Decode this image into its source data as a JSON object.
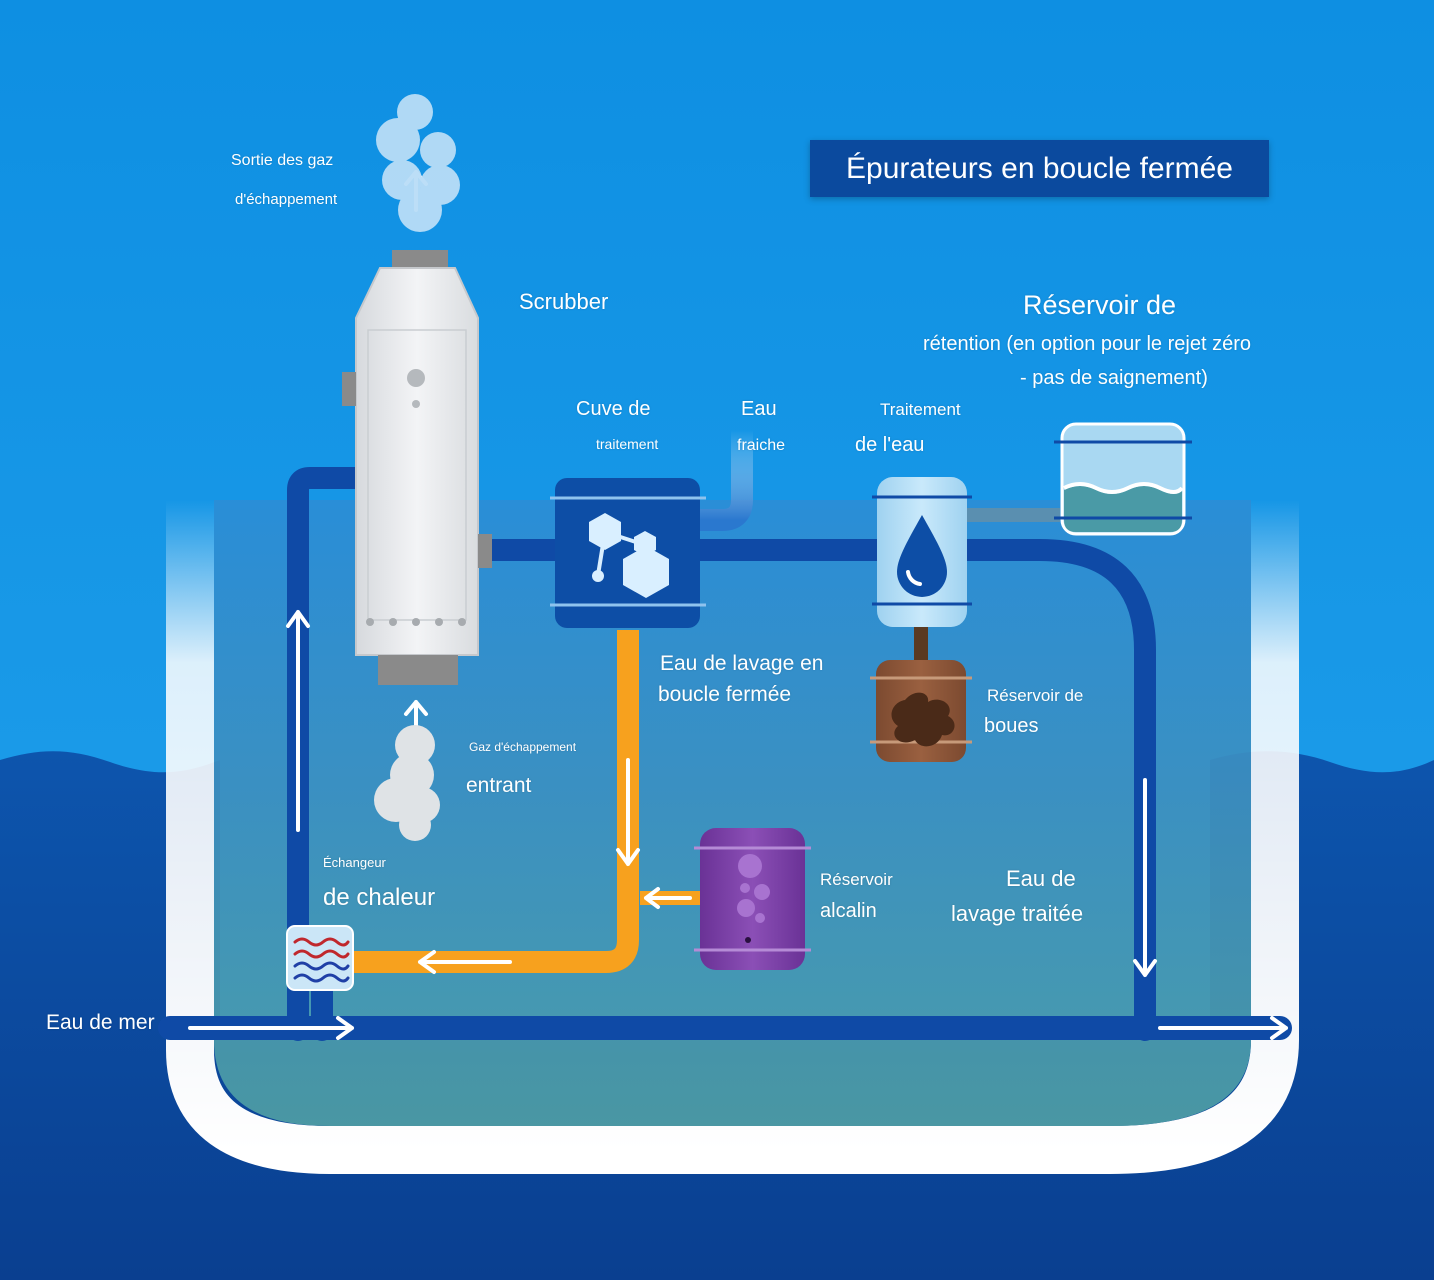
{
  "title": "Épurateurs en boucle fermée",
  "labels": {
    "exhaust_out_1": "Sortie des gaz",
    "exhaust_out_2": "d'échappement",
    "scrubber": "Scrubber",
    "treatment_tank_1": "Cuve de",
    "treatment_tank_2": "traitement",
    "fresh_water_1": "Eau",
    "fresh_water_2": "fraiche",
    "water_treatment_1": "Traitement",
    "water_treatment_2": "de l'eau",
    "holding_tank_1": "Réservoir de",
    "holding_tank_2": "rétention (en option pour le rejet zéro",
    "holding_tank_3": "- pas de saignement)",
    "closed_loop_1": "Eau de lavage en",
    "closed_loop_2": "boucle fermée",
    "sludge_tank_1": "Réservoir de",
    "sludge_tank_2": "boues",
    "exhaust_in_1": "Gaz d'échappement",
    "exhaust_in_2": "entrant",
    "heat_exchanger_1": "Échangeur",
    "heat_exchanger_2": "de chaleur",
    "alkali_tank_1": "Réservoir",
    "alkali_tank_2": "alcalin",
    "treated_water_1": "Eau de",
    "treated_water_2": "lavage traitée",
    "sea_water": "Eau de mer"
  },
  "colors": {
    "sky": "#1f8fe6",
    "sea": "#0b4a9e",
    "hull_water": "#4a9aa6",
    "pipe_blue": "#0f4aa6",
    "pipe_orange": "#f7a11e",
    "scrubber_body": "#e9ecef",
    "alkali_tank": "#7b3fa6",
    "sludge_tank": "#8a5235",
    "treatment_tank": "#0d4ea6",
    "water_treatment": "#a9d8f2"
  },
  "icons": {
    "exhaust_out": "smoke-icon",
    "exhaust_in": "smoke-icon",
    "treatment": "molecule-icon",
    "water_treatment": "water-drop-icon",
    "sludge": "sludge-blob-icon",
    "alkali": "bubbles-icon",
    "heat_exchanger": "heat-waves-icon"
  }
}
